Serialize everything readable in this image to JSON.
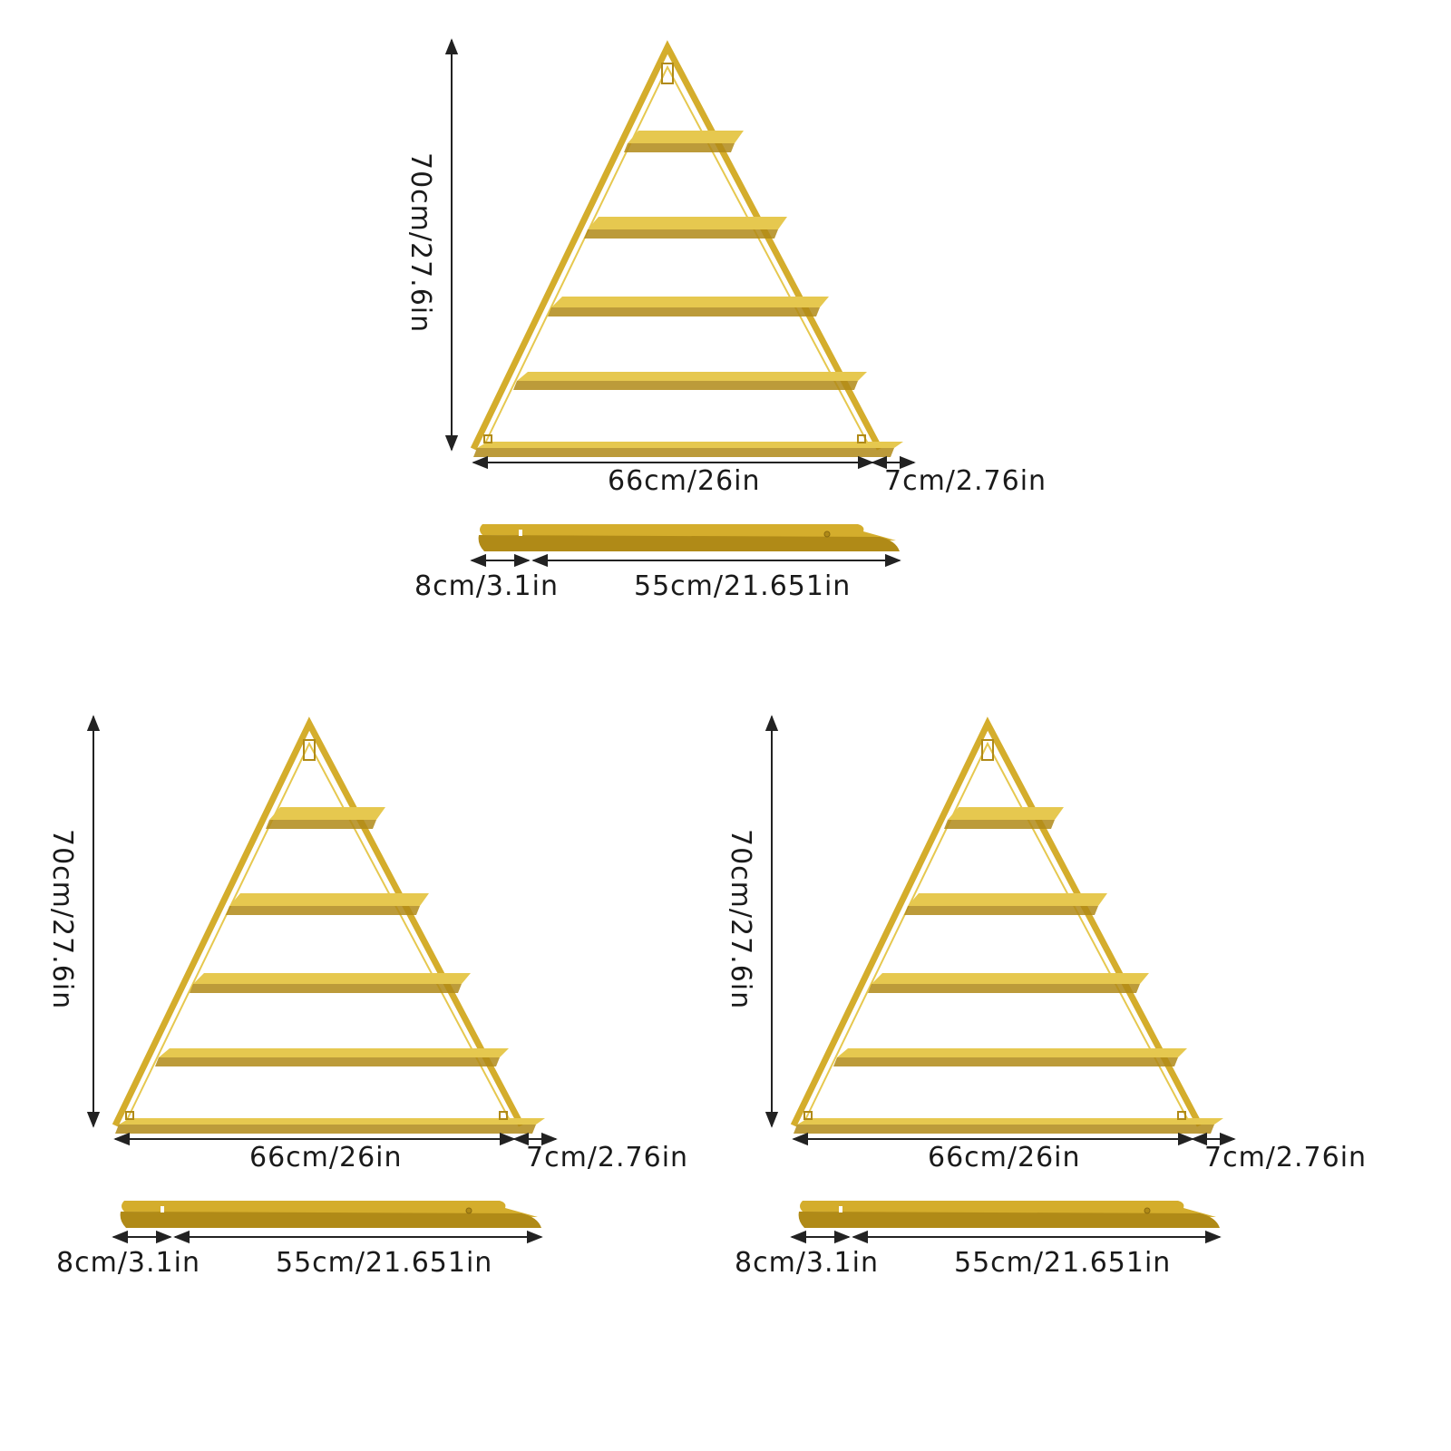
{
  "colors": {
    "gold": "#d4ad2c",
    "gold_light": "#e6c84f",
    "gold_dark": "#b08a17",
    "arrow": "#222222"
  },
  "panels": [
    {
      "height_label": "70cm/27.6in",
      "width_label": "66cm/26in",
      "depth_label": "7cm/2.76in",
      "shelf_depth_label": "8cm/3.1in",
      "shelf_length_label": "55cm/21.651in"
    },
    {
      "height_label": "70cm/27.6in",
      "width_label": "66cm/26in",
      "depth_label": "7cm/2.76in",
      "shelf_depth_label": "8cm/3.1in",
      "shelf_length_label": "55cm/21.651in"
    },
    {
      "height_label": "70cm/27.6in",
      "width_label": "66cm/26in",
      "depth_label": "7cm/2.76in",
      "shelf_depth_label": "8cm/3.1in",
      "shelf_length_label": "55cm/21.651in"
    }
  ]
}
